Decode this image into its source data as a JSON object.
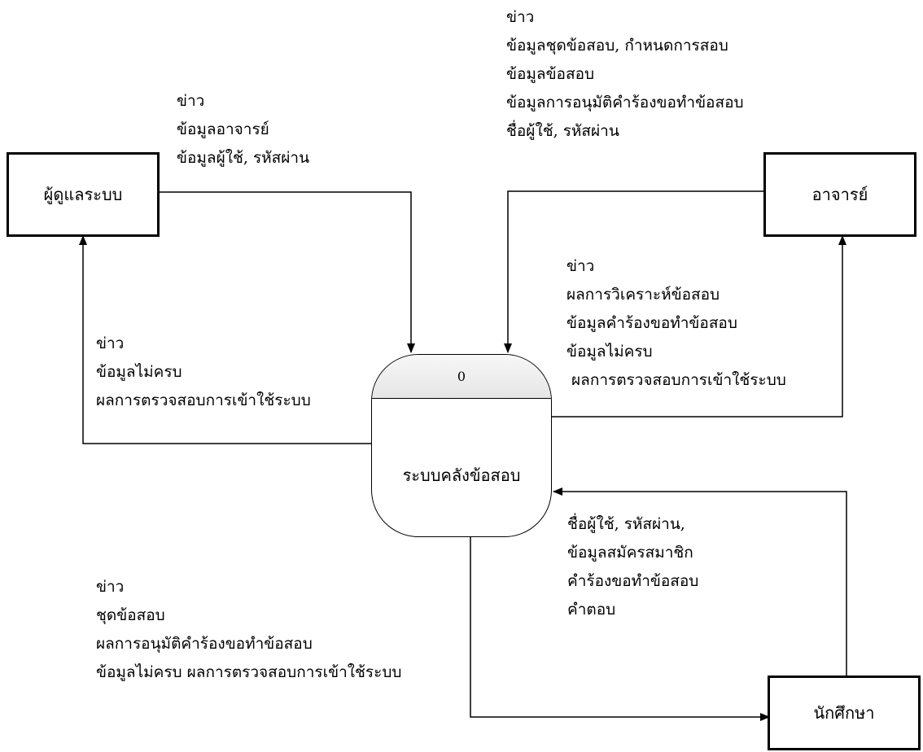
{
  "entities": {
    "admin": "ผู้ดูแลระบบ",
    "teacher": "อาจารย์",
    "student": "นักศึกษา"
  },
  "process": {
    "number": "0",
    "name": "ระบบคลังข้อสอบ"
  },
  "flows": {
    "admin_to_system": [
      "ข่าว",
      "ข้อมูลอาจารย์",
      "ข้อมูลผู้ใช้, รหัสผ่าน"
    ],
    "system_to_admin": [
      "ข่าว",
      "ข้อมูลไม่ครบ",
      "ผลการตรวจสอบการเข้าใช้ระบบ"
    ],
    "teacher_to_system": [
      "ข่าว",
      "ข้อมูลชุดข้อสอบ, กำหนดการสอบ",
      "ข้อมูลข้อสอบ",
      "ข้อมูลการอนุมัติคำร้องขอทำข้อสอบ",
      "ชื่อผู้ใช้, รหัสผ่าน"
    ],
    "system_to_teacher": [
      "ข่าว",
      "ผลการวิเคราะห์ข้อสอบ",
      "ข้อมูลคำร้องขอทำข้อสอบ",
      "ข้อมูลไม่ครบ",
      " ผลการตรวจสอบการเข้าใช้ระบบ"
    ],
    "student_to_system": [
      "ชื่อผู้ใช้, รหัสผ่าน,",
      "ข้อมูลสมัครสมาชิก",
      "คำร้องขอทำข้อสอบ",
      "คำตอบ"
    ],
    "system_to_student": [
      "ข่าว",
      "ชุดข้อสอบ",
      "ผลการอนุมัติคำร้องขอทำข้อสอบ",
      "ข้อมูลไม่ครบ ผลการตรวจสอบการเข้าใช้ระบบ"
    ]
  }
}
